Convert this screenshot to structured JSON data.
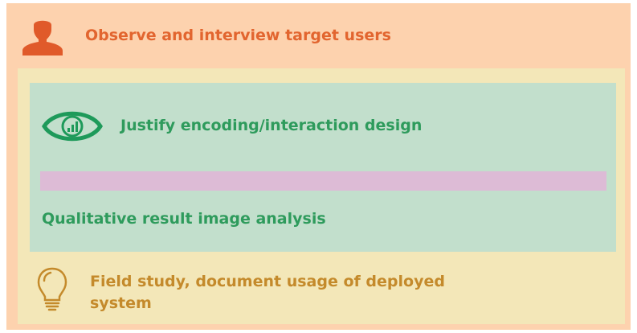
{
  "outer_box": {
    "label": "Observe and interview target users",
    "icon": "person-icon",
    "color": "#FDD2AE",
    "text_color": "#E2652F"
  },
  "middle_box": {
    "label": "Field study, document usage of deployed system",
    "icon": "lightbulb-icon",
    "color": "#F3E7B8",
    "text_color": "#C48A2B"
  },
  "inner_box": {
    "label": "Justify encoding/interaction design",
    "icon": "eye-chart-icon",
    "color": "#C2DFCC",
    "text_color": "#2E9B5C",
    "secondary_label": "Qualitative result image analysis"
  },
  "bar": {
    "color": "#DDBBD6"
  }
}
